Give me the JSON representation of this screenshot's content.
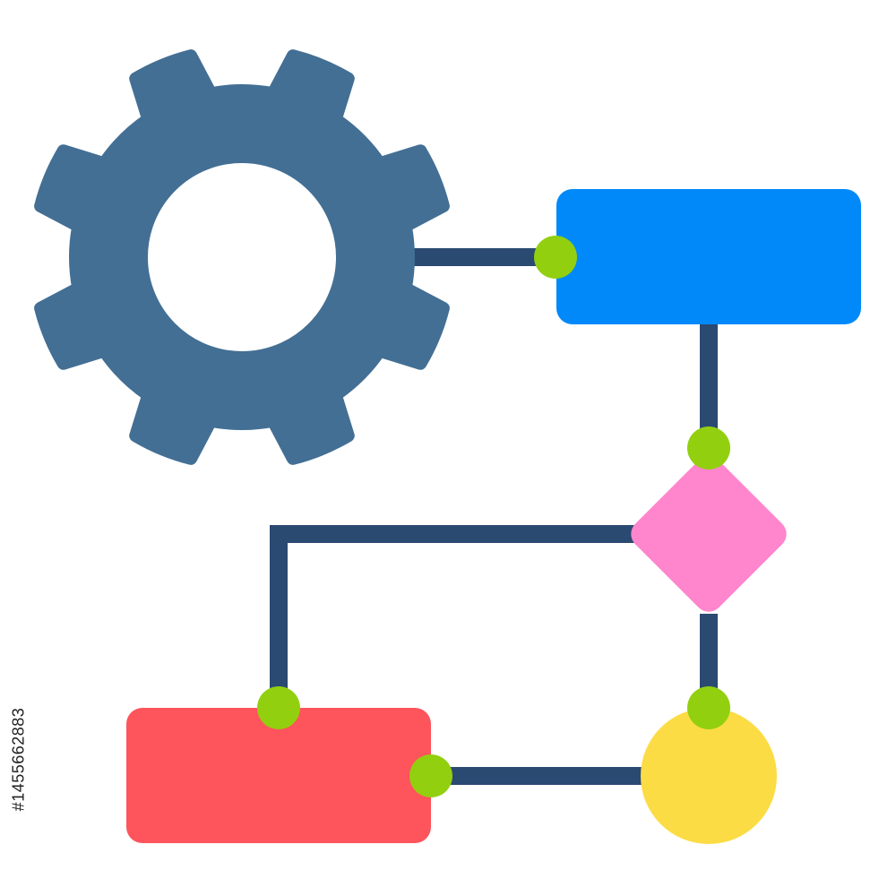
{
  "diagram": {
    "watermark_id": "#1455662883"
  },
  "colors": {
    "background": "#ffffff",
    "gear": "#436f94",
    "connector": "#2b4a72",
    "node_dot": "#92cf0f",
    "process_top": "#0289f9",
    "decision": "#ff85cc",
    "process_bottom": "#fe545b",
    "terminal": "#fcdc44"
  },
  "icons": {
    "gear": "gear-icon",
    "process_top": "rectangle-process-shape",
    "decision": "diamond-decision-shape",
    "process_bottom": "rectangle-process-shape",
    "terminal": "circle-terminal-shape",
    "nodes": "connector-node-dot"
  }
}
